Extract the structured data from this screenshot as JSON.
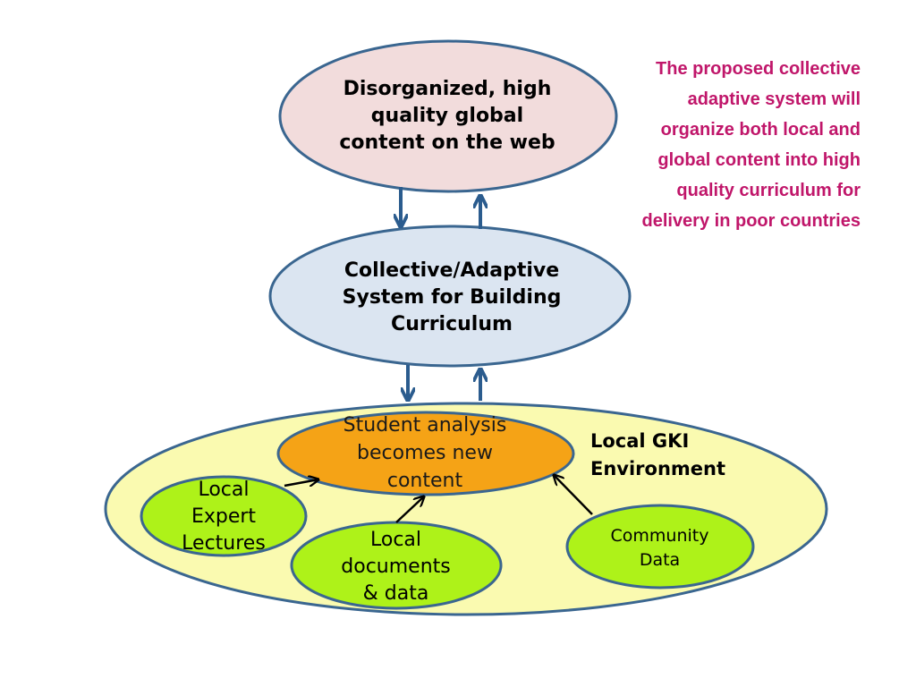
{
  "colors": {
    "arrow": "#2b5c8e",
    "node_outline": "#3a6690",
    "top_fill": "#f2dcdc",
    "middle_fill": "#dbe5f1",
    "environment_fill": "#fafab0",
    "student_fill": "#f5a316",
    "leaf_fill": "#aef219",
    "annotation_text": "#c0166a"
  },
  "nodes": {
    "top": "Disorganized, high\nquality global\ncontent on the web",
    "middle": "Collective/Adaptive\nSystem for Building\nCurriculum",
    "student": "Student analysis\nbecomes new\ncontent",
    "expert": "Local\nExpert\nLectures",
    "documents": "Local\ndocuments\n& data",
    "community": "Community\nData"
  },
  "environment_label": "Local GKI\nEnvironment",
  "annotation": "The proposed collective adaptive system will organize both local and global content into high quality curriculum for delivery in poor countries"
}
